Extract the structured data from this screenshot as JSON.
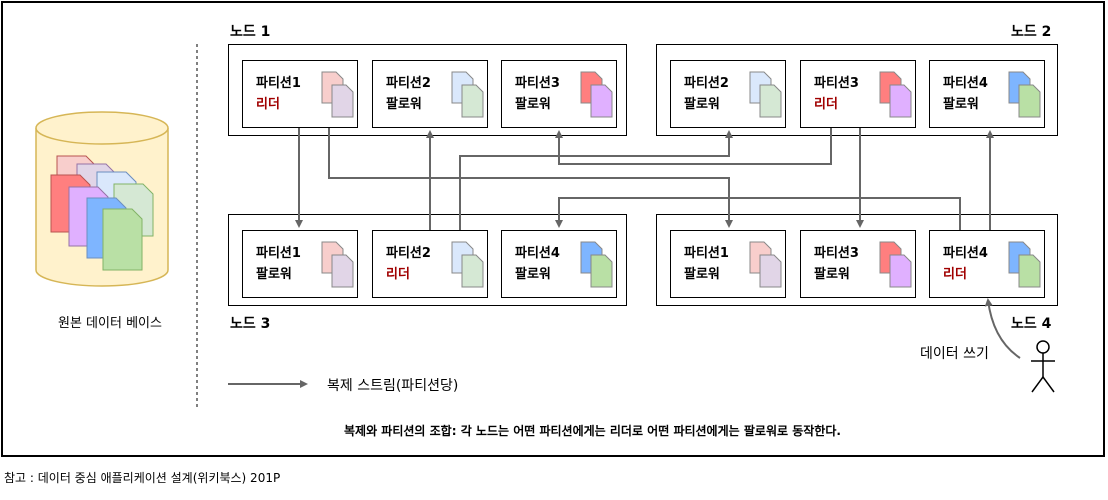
{
  "database": {
    "label": "원본 데이터 베이스"
  },
  "nodes": [
    {
      "title": "노드 1",
      "partitions": [
        {
          "name": "파티션1",
          "role": "리더",
          "leader": true,
          "colors": [
            "#f8cecc",
            "#e1d5e7"
          ]
        },
        {
          "name": "파티션2",
          "role": "팔로워",
          "leader": false,
          "colors": [
            "#dae8fc",
            "#d5e8d4"
          ]
        },
        {
          "name": "파티션3",
          "role": "팔로워",
          "leader": false,
          "colors": [
            "#ff7f7f",
            "#e0b0ff"
          ]
        }
      ]
    },
    {
      "title": "노드 2",
      "partitions": [
        {
          "name": "파티션2",
          "role": "팔로워",
          "leader": false,
          "colors": [
            "#dae8fc",
            "#d5e8d4"
          ]
        },
        {
          "name": "파티션3",
          "role": "리더",
          "leader": true,
          "colors": [
            "#ff7f7f",
            "#e0b0ff"
          ]
        },
        {
          "name": "파티션4",
          "role": "팔로워",
          "leader": false,
          "colors": [
            "#7eb5ff",
            "#b9e0a5"
          ]
        }
      ]
    },
    {
      "title": "노드 3",
      "partitions": [
        {
          "name": "파티션1",
          "role": "팔로워",
          "leader": false,
          "colors": [
            "#f8cecc",
            "#e1d5e7"
          ]
        },
        {
          "name": "파티션2",
          "role": "리더",
          "leader": true,
          "colors": [
            "#dae8fc",
            "#d5e8d4"
          ]
        },
        {
          "name": "파티션4",
          "role": "팔로워",
          "leader": false,
          "colors": [
            "#7eb5ff",
            "#b9e0a5"
          ]
        }
      ]
    },
    {
      "title": "노드 4",
      "partitions": [
        {
          "name": "파티션1",
          "role": "팔로워",
          "leader": false,
          "colors": [
            "#f8cecc",
            "#e1d5e7"
          ]
        },
        {
          "name": "파티션3",
          "role": "팔로워",
          "leader": false,
          "colors": [
            "#ff7f7f",
            "#e0b0ff"
          ]
        },
        {
          "name": "파티션4",
          "role": "리더",
          "leader": true,
          "colors": [
            "#7eb5ff",
            "#b9e0a5"
          ]
        }
      ]
    }
  ],
  "legend": {
    "label": "복제 스트림(파티션당)"
  },
  "writer": {
    "label": "데이터 쓰기"
  },
  "caption": "복제와 파티션의 조합: 각 노드는 어떤 파티션에게는 리더로 어떤 파티션에게는 팔로워로 동작한다.",
  "source": "참고 : 데이터 중심 애플리케이션 설계(위키북스) 201P",
  "colors": {
    "leader_text": "#a00000",
    "arrow": "#666666",
    "db_fill": "#fff2cc",
    "db_stroke": "#d6b656"
  }
}
